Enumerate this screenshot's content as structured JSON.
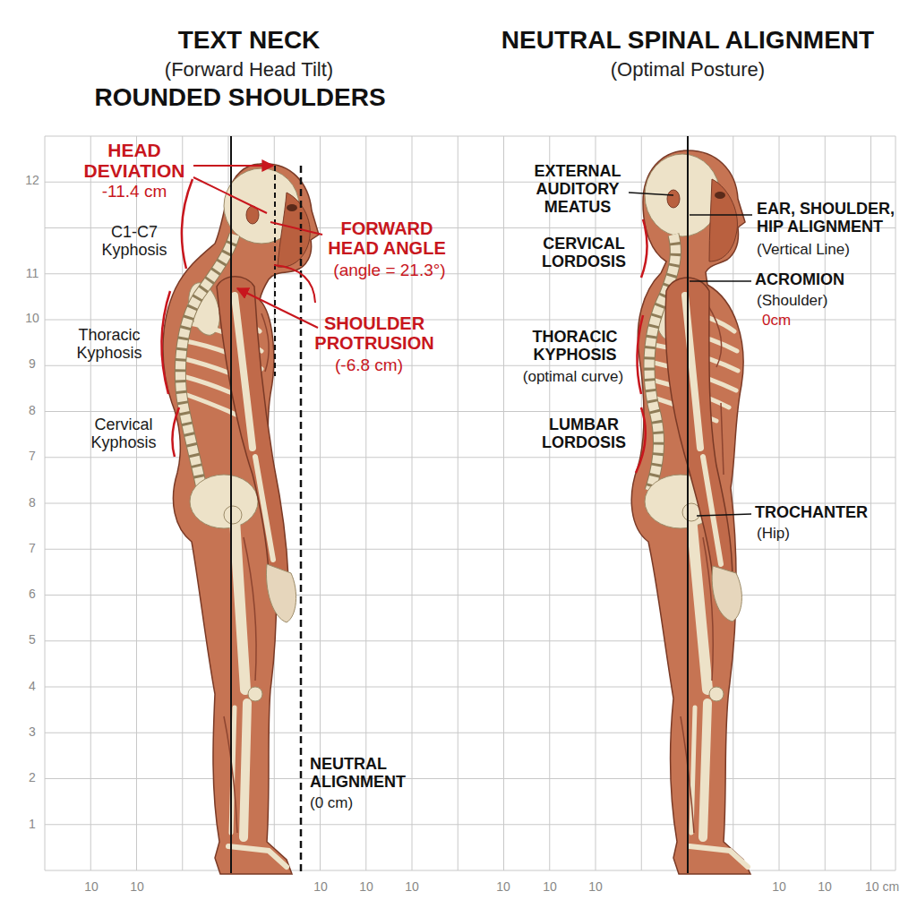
{
  "diagram": {
    "labels": [
      "TEXT NECK",
      "(Forward Head Tilt)",
      "ROUNDED SHOULDERS",
      "NEUTRAL SPINAL ALIGNMENT",
      "(Optimal Posture)",
      "HEAD DEVIATION",
      "-11.4 cm",
      "C1-C7 Kyphosis",
      "FORWARD HEAD ANGLE",
      "(angle = 21.3°)",
      "SHOULDER PROTRUSION",
      "(-6.8 cm)",
      "Thoracic Kyphosis",
      "Cervical Kyphosis",
      "NEUTRAL ALIGNMENT",
      "(0 cm)",
      "EXTERNAL AUDITORY MEATUS",
      "EAR, SHOULDER, HIP ALIGNMENT",
      "(Vertical Line)",
      "CERVICAL LORDOSIS",
      "ACROMION",
      "(Shoulder)",
      "0cm",
      "THORACIC KYPHOSIS",
      "(optimal curve)",
      "LUMBAR LORDOSIS",
      "TROCHANTER",
      "(Hip)",
      "12",
      "11",
      "10",
      "9",
      "8",
      "7",
      "8",
      "7",
      "6",
      "5",
      "4",
      "3",
      "2",
      "1",
      "10",
      "10",
      "10",
      "10",
      "10",
      "10",
      "10",
      "10",
      "10",
      "10",
      "10 cm"
    ]
  }
}
